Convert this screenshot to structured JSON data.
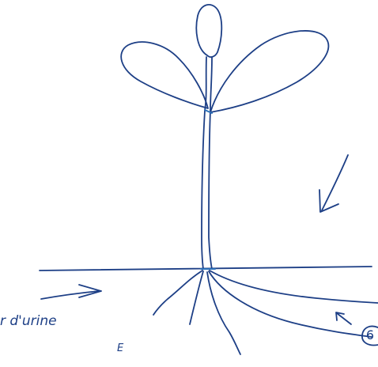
{
  "colors": {
    "ink": "#1d3f86",
    "bud_accent": "#2a6fb8"
  },
  "labels": {
    "urine_text": "r d'urine",
    "letter_e": "E",
    "step_number": "6"
  }
}
